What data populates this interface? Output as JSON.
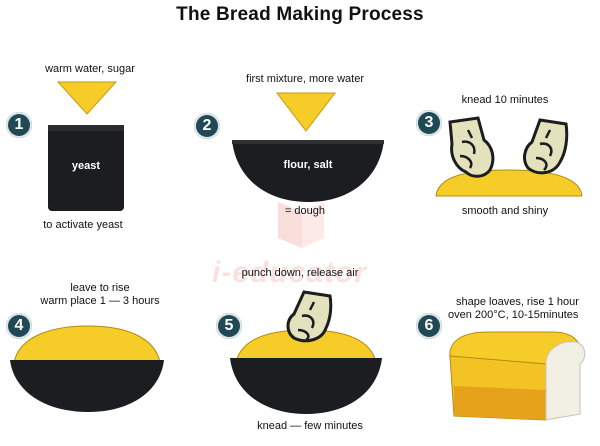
{
  "title": "The Bread Making Process",
  "steps": [
    {
      "number": "1",
      "captions": [
        "warm water, sugar",
        "yeast",
        "to activate yeast"
      ]
    },
    {
      "number": "2",
      "captions": [
        "first mixture, more water",
        "flour, salt",
        "= dough"
      ]
    },
    {
      "number": "3",
      "captions": [
        "knead 10 minutes",
        "smooth and shiny"
      ]
    },
    {
      "number": "4",
      "captions": [
        "leave to rise",
        "warm place 1 — 3 hours"
      ]
    },
    {
      "number": "5",
      "captions": [
        "punch down, release air",
        "knead — few minutes"
      ]
    },
    {
      "number": "6",
      "captions": [
        "shape loaves, rise 1 hour",
        "oven 200°C, 10-15minutes"
      ]
    }
  ],
  "watermark": "i-educator",
  "colors": {
    "dough_yellow": "#f6cd28",
    "bowl_dark": "#1c1d20",
    "badge": "#1f4a55",
    "crust": "#e7a21b",
    "watermark": "#e86860"
  }
}
